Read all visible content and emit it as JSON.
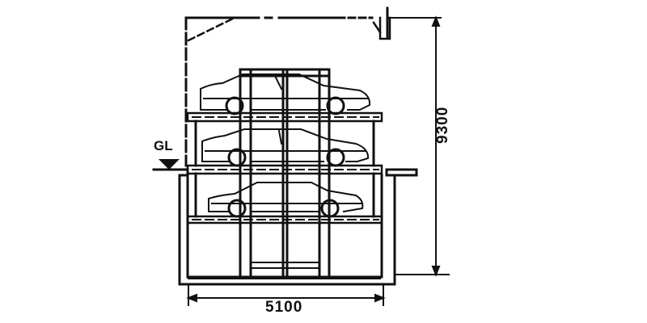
{
  "diagram": {
    "type": "mechanical parking system elevation",
    "labels": {
      "ground_level": "GL",
      "width_dimension": "5100",
      "height_dimension": "9300"
    },
    "components": {
      "levels": 3,
      "cars": [
        "upper-car",
        "middle-car",
        "lower-car"
      ],
      "pit": "below ground level"
    },
    "colors": {
      "line": "#111111",
      "background": "#ffffff"
    }
  }
}
